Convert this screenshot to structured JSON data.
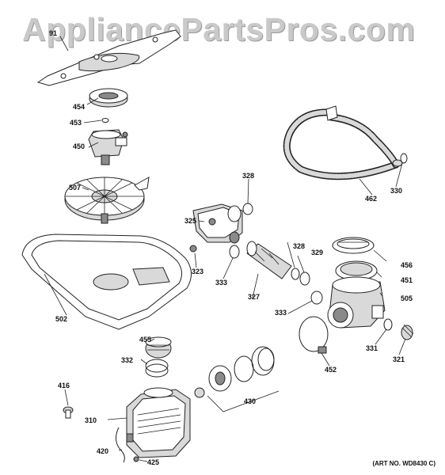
{
  "watermark": "AppliancePartsPros.com",
  "art_number": "(ART NO. WD8430 C)",
  "callouts": [
    {
      "id": "91"
    },
    {
      "id": "454"
    },
    {
      "id": "453"
    },
    {
      "id": "450"
    },
    {
      "id": "507"
    },
    {
      "id": "502"
    },
    {
      "id": "325"
    },
    {
      "id": "328"
    },
    {
      "id": "323"
    },
    {
      "id": "333"
    },
    {
      "id": "327"
    },
    {
      "id": "328"
    },
    {
      "id": "329"
    },
    {
      "id": "333"
    },
    {
      "id": "462"
    },
    {
      "id": "330"
    },
    {
      "id": "456"
    },
    {
      "id": "451"
    },
    {
      "id": "505"
    },
    {
      "id": "455"
    },
    {
      "id": "332"
    },
    {
      "id": "416"
    },
    {
      "id": "310"
    },
    {
      "id": "420"
    },
    {
      "id": "425"
    },
    {
      "id": "430"
    },
    {
      "id": "452"
    },
    {
      "id": "331"
    },
    {
      "id": "321"
    }
  ]
}
